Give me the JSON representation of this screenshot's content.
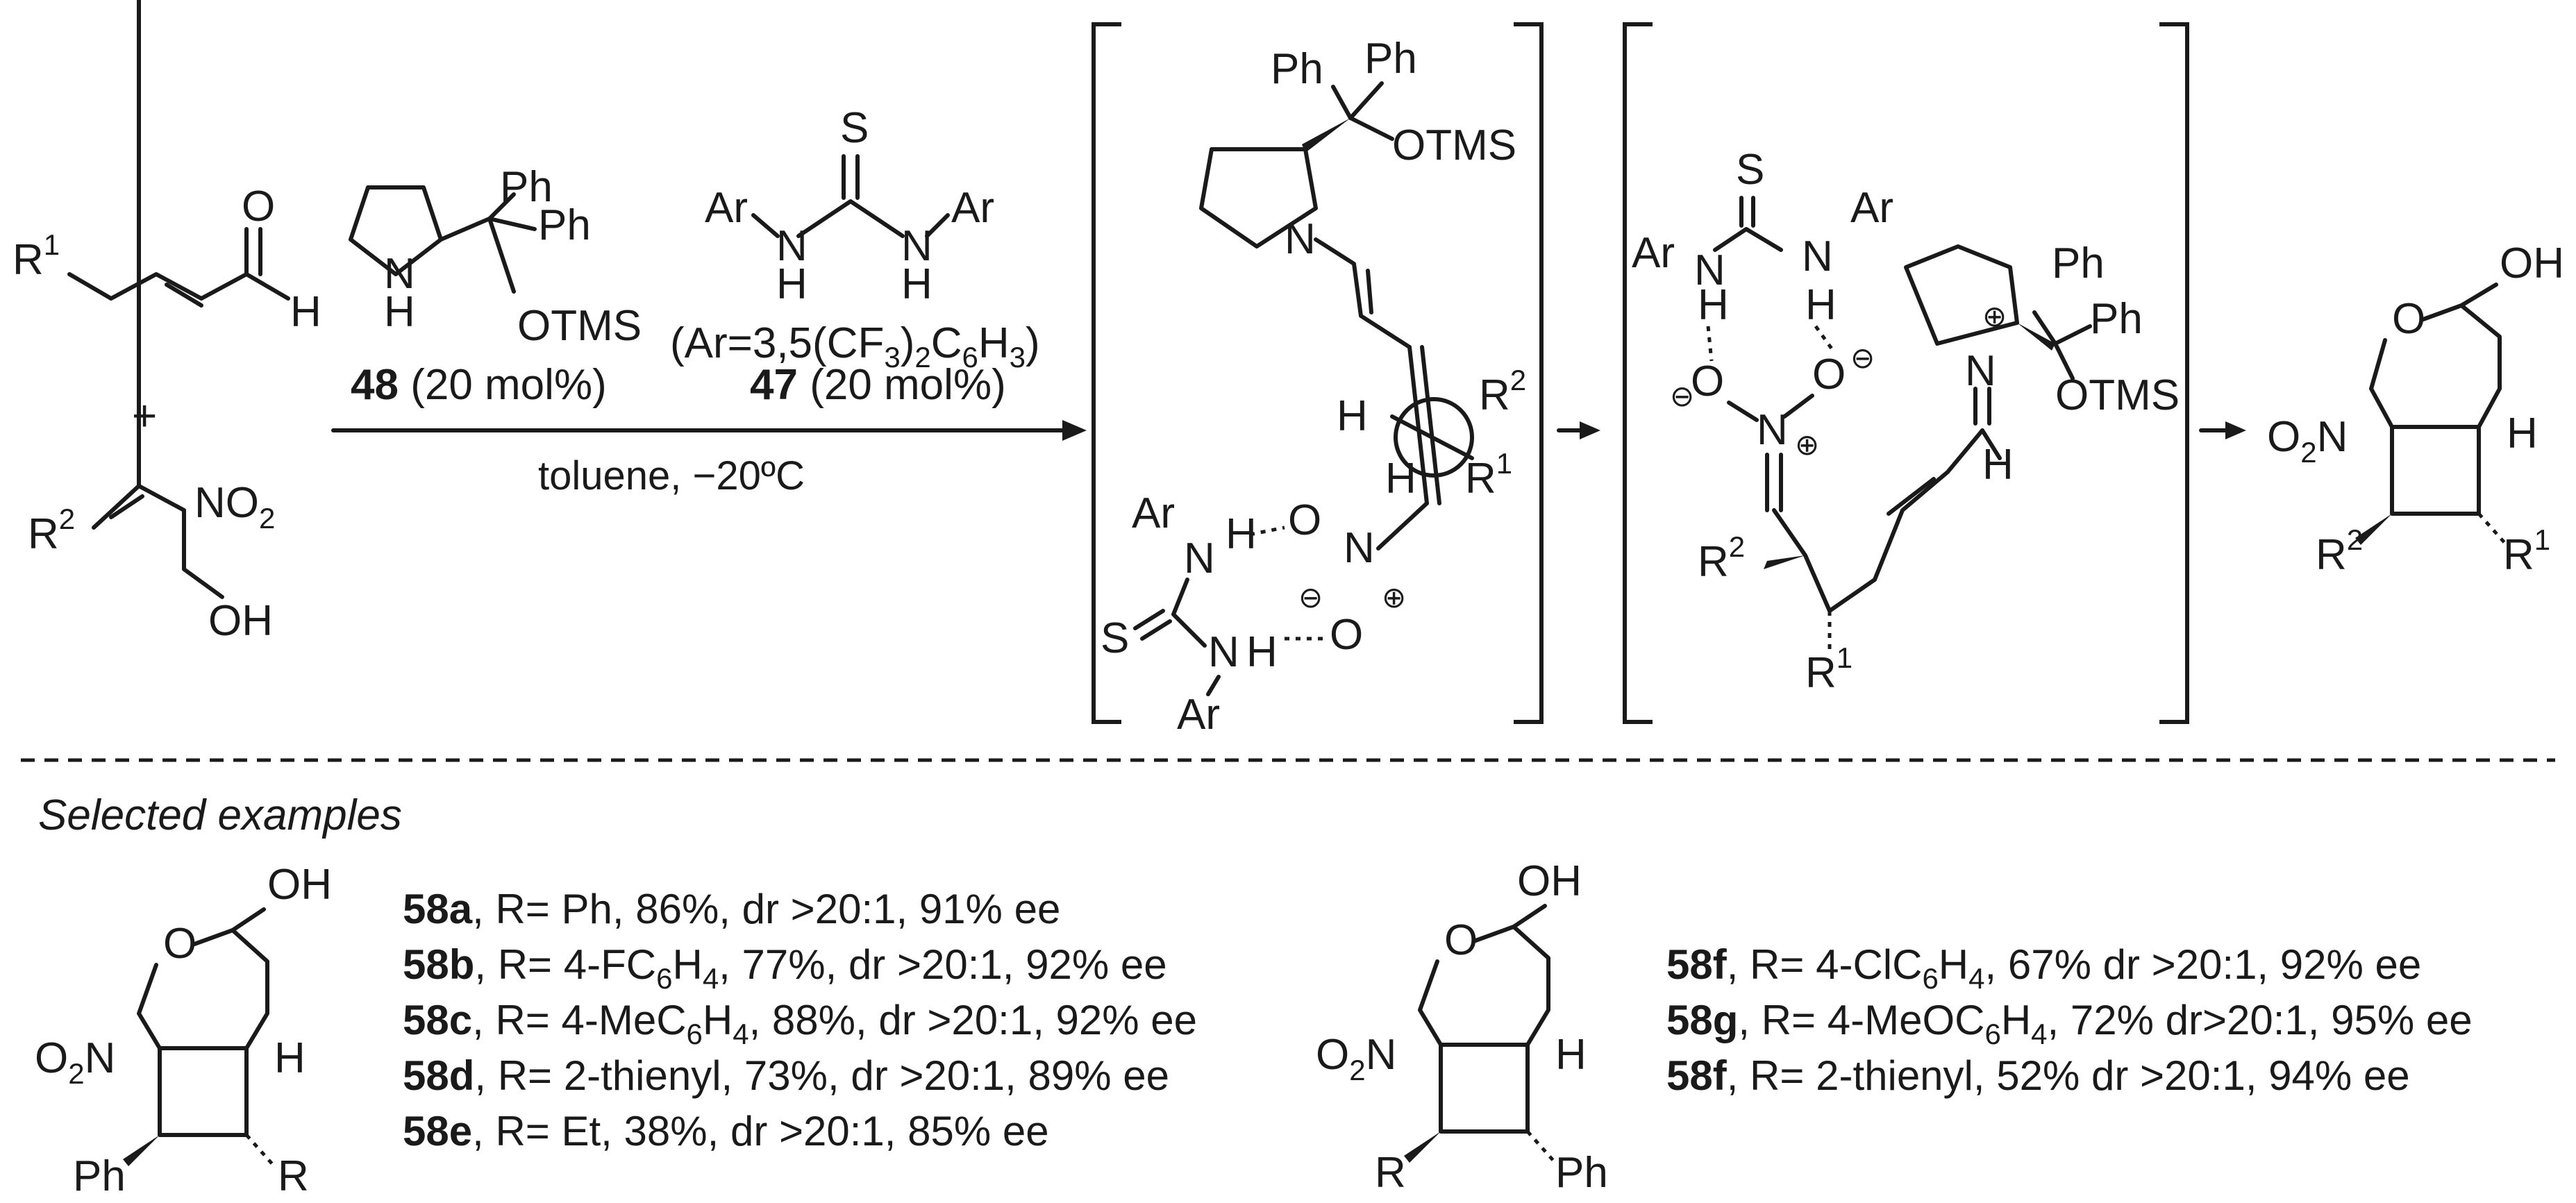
{
  "reagents": {
    "r1": "R",
    "r1_sup": "1",
    "aldehyde_O": "O",
    "aldehyde_H": "H",
    "plus": "+",
    "r2": "R",
    "r2_sup": "2",
    "nitro": "NO",
    "nitro_sub": "2",
    "oh": "OH"
  },
  "catalyst48": {
    "ph1": "Ph",
    "ph2": "Ph",
    "nh": "N",
    "nh_h": "H",
    "otms": "OTMS",
    "label": "48",
    "loading": "(20 mol%)"
  },
  "catalyst47": {
    "s": "S",
    "ar1": "Ar",
    "ar2": "Ar",
    "nh1": "N",
    "nh2": "N",
    "h1": "H",
    "h2": "H",
    "ar_def": "(Ar=3,5(CF",
    "ar_def_sub3": "3",
    "ar_def_mid": ")",
    "ar_def_sub2": "2",
    "ar_def_c": "C",
    "ar_def_sub6": "6",
    "ar_def_h": "H",
    "ar_def_sub3b": "3",
    "ar_def_end": ")",
    "label": "47",
    "loading": "(20 mol%)"
  },
  "conditions": "toluene, −20ºC",
  "ts1": {
    "ph1": "Ph",
    "ph2": "Ph",
    "otms": "OTMS",
    "n": "N",
    "h1": "H",
    "h2": "H",
    "r2": "R",
    "r2_sup": "2",
    "r1": "R",
    "r1_sup": "1",
    "ar1": "Ar",
    "ar2": "Ar",
    "nh1": "N",
    "nh2": "N",
    "hh1": "H",
    "hh2": "H",
    "s": "S",
    "o1": "O",
    "o2": "O",
    "nn": "N",
    "minus": "⊖",
    "plus": "⊕"
  },
  "ts2": {
    "s": "S",
    "ar1": "Ar",
    "ar2": "Ar",
    "n1": "N",
    "n2": "N",
    "h1": "H",
    "h2": "H",
    "o1": "O",
    "o2": "O",
    "nn": "N",
    "minus1": "⊖",
    "minus2": "⊖",
    "plus1": "⊕",
    "plus2": "⊕",
    "ph1": "Ph",
    "ph2": "Ph",
    "otms": "OTMS",
    "nring": "N",
    "hc": "H",
    "r2": "R",
    "r2_sup": "2",
    "r1": "R",
    "r1_sup": "1"
  },
  "product": {
    "oh": "OH",
    "o": "O",
    "no2": "O",
    "no2_sub": "2",
    "no2_n": "N",
    "h": "H",
    "r2": "R",
    "r2_sup": "2",
    "r1": "R",
    "r1_sup": "1"
  },
  "divider_section": "Selected examples",
  "example_struct_left": {
    "oh": "OH",
    "o": "O",
    "no2": "O",
    "no2_sub": "2",
    "no2_n": "N",
    "h": "H",
    "ph": "Ph",
    "r": "R"
  },
  "example_struct_right": {
    "oh": "OH",
    "o": "O",
    "no2": "O",
    "no2_sub": "2",
    "no2_n": "N",
    "h": "H",
    "r": "R",
    "ph": "Ph"
  },
  "examples_left": [
    {
      "id": "58a",
      "text": ", R= Ph, 86%, dr >20:1, 91% ee"
    },
    {
      "id": "58b",
      "text": ", R= 4-FC",
      "sub": "6",
      "text2": "H",
      "sub2": "4",
      "text3": ", 77%, dr >20:1, 92% ee"
    },
    {
      "id": "58c",
      "text": ", R= 4-MeC",
      "sub": "6",
      "text2": "H",
      "sub2": "4",
      "text3": ", 88%, dr >20:1, 92% ee"
    },
    {
      "id": "58d",
      "text": ", R= 2-thienyl, 73%, dr >20:1, 89% ee"
    },
    {
      "id": "58e",
      "text": ", R= Et, 38%, dr >20:1, 85% ee"
    }
  ],
  "examples_right": [
    {
      "id": "58f",
      "text": ", R= 4-ClC",
      "sub": "6",
      "text2": "H",
      "sub2": "4",
      "text3": ", 67% dr >20:1, 92% ee"
    },
    {
      "id": "58g",
      "text": ", R= 4-MeOC",
      "sub": "6",
      "text2": "H",
      "sub2": "4",
      "text3": ", 72% dr>20:1, 95% ee"
    },
    {
      "id": "58f",
      "text": ", R= 2-thienyl, 52% dr >20:1, 94% ee"
    }
  ]
}
